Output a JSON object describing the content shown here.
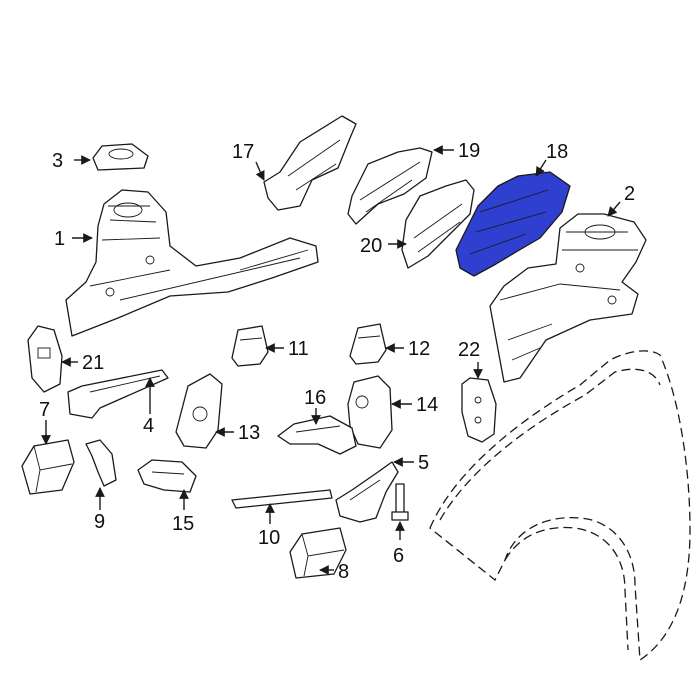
{
  "highlight_color": "#2f3fd0",
  "callouts": [
    "1",
    "2",
    "3",
    "4",
    "5",
    "6",
    "7",
    "8",
    "9",
    "10",
    "11",
    "12",
    "13",
    "14",
    "15",
    "16",
    "17",
    "18",
    "19",
    "20",
    "21",
    "22"
  ],
  "highlighted_callout": "18"
}
